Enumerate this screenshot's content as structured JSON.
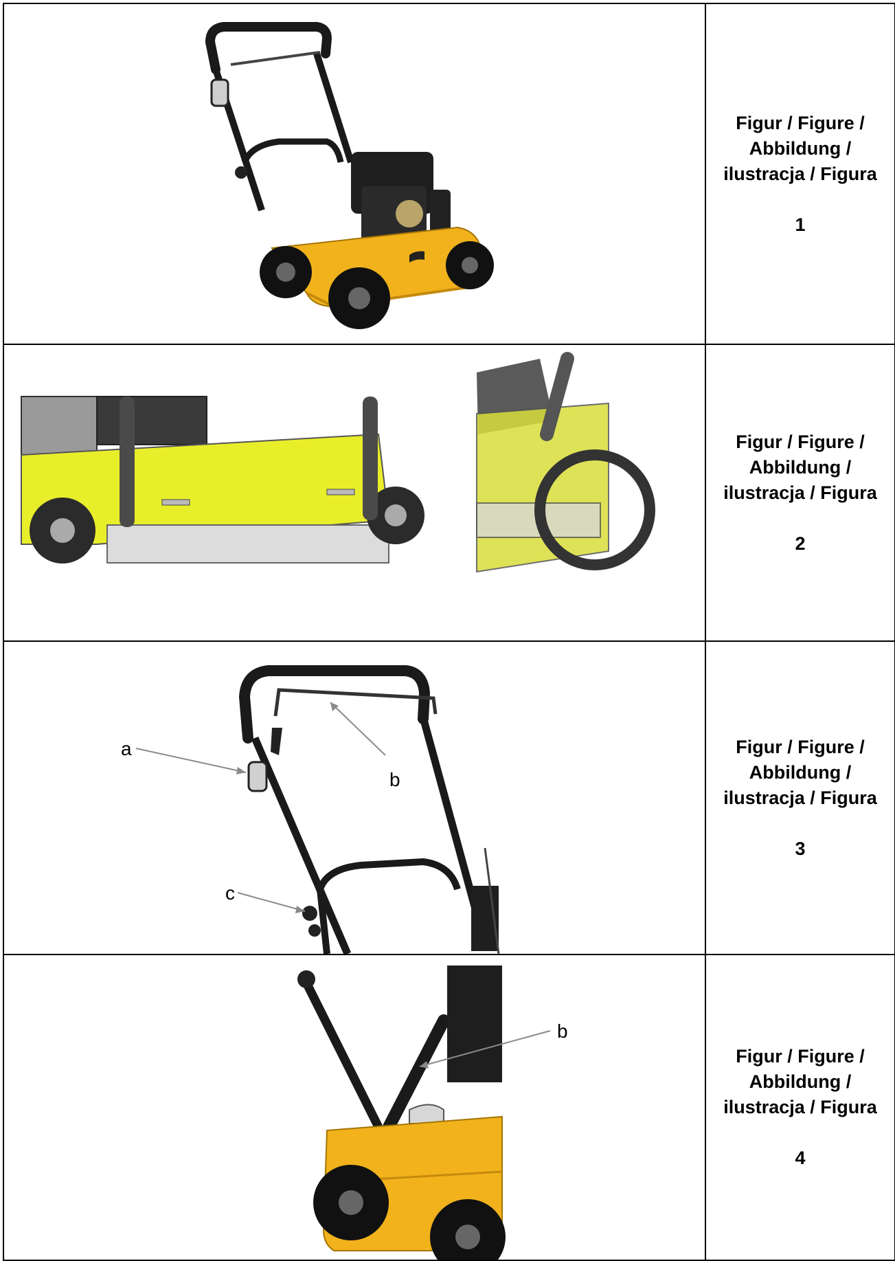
{
  "figures": [
    {
      "label": "Figur / Figure / Abbildung / ilustracja / Figura",
      "number": "1"
    },
    {
      "label": "Figur / Figure / Abbildung / ilustracja / Figura",
      "number": "2"
    },
    {
      "label": "Figur / Figure / Abbildung / ilustracja / Figura",
      "number": "3",
      "callouts": [
        "a",
        "b",
        "c"
      ]
    },
    {
      "label": "Figur / Figure / Abbildung / ilustracja / Figura",
      "number": "4",
      "callouts": [
        "b"
      ]
    }
  ],
  "colors": {
    "machine_yellow": "#f2b21c",
    "drawing_yellow": "#e9ee2b",
    "handle_black": "#1a1a1a"
  }
}
